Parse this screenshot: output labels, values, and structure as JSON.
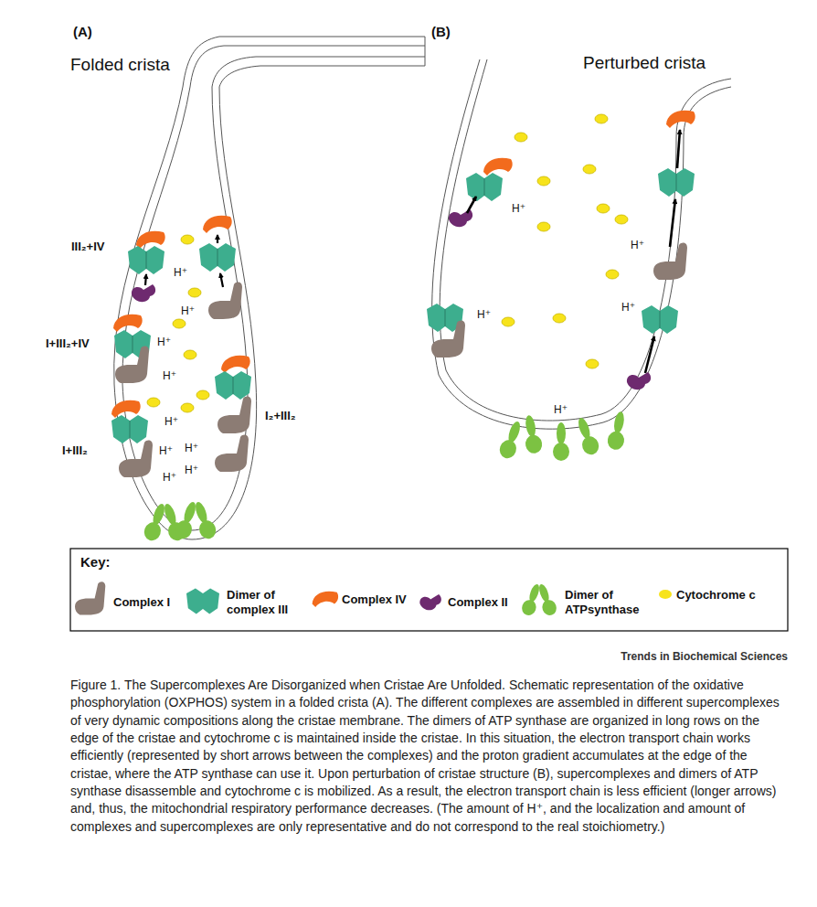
{
  "diagram": {
    "caption": "Figure 1. The Supercomplexes Are Disorganized when Cristae Are Unfolded. Schematic representation of the oxidative phosphorylation (OXPHOS) system in a folded crista (A). The different complexes are assembled in different supercomplexes of very dynamic compositions along the cristae membrane. The dimers of ATP synthase are organized in long rows on the edge of the cristae and cytochrome c is maintained inside the cristae. In this situation, the electron transport chain works efficiently (represented by short arrows between the complexes) and the proton gradient accumulates at the edge of the cristae, where the ATP synthase can use it. Upon perturbation of cristae structure (B), supercomplexes and dimers of ATP synthase disassemble and cytochrome c is mobilized. As a result, the electron transport chain is less efficient (longer arrows) and, thus, the mitochondrial respiratory performance decreases. (The amount of H⁺, and the localization and amount of complexes and supercomplexes are only representative and do not correspond to the real stoichiometry.)",
    "labels": [
      "(A)",
      "Folded crista",
      "(B)",
      "Perturbed crista",
      "III₂+IV",
      "I+III₂+IV",
      "I+III₂",
      "I₂+III₂",
      "H⁺",
      "H⁺",
      "H⁺",
      "H⁺",
      "H⁺",
      "H⁺",
      "H⁺",
      "H⁺",
      "H⁺",
      "H⁺",
      "H⁺",
      "H⁺",
      "H⁺",
      "H⁺",
      "Key:",
      "Trends in Biochemical Sciences"
    ],
    "legend": [
      {
        "text": "Complex I",
        "color": "#8c7c74"
      },
      {
        "text": "Dimer of complex III",
        "color": "#3dae8e"
      },
      {
        "text": "Complex IV",
        "color": "#f26b1d"
      },
      {
        "text": "Complex II",
        "color": "#6e2a6f"
      },
      {
        "text": "Dimer of ATPsynthase",
        "color": "#7cc242"
      },
      {
        "text": "Cytochrome c",
        "color": "#f7e31b"
      }
    ]
  }
}
